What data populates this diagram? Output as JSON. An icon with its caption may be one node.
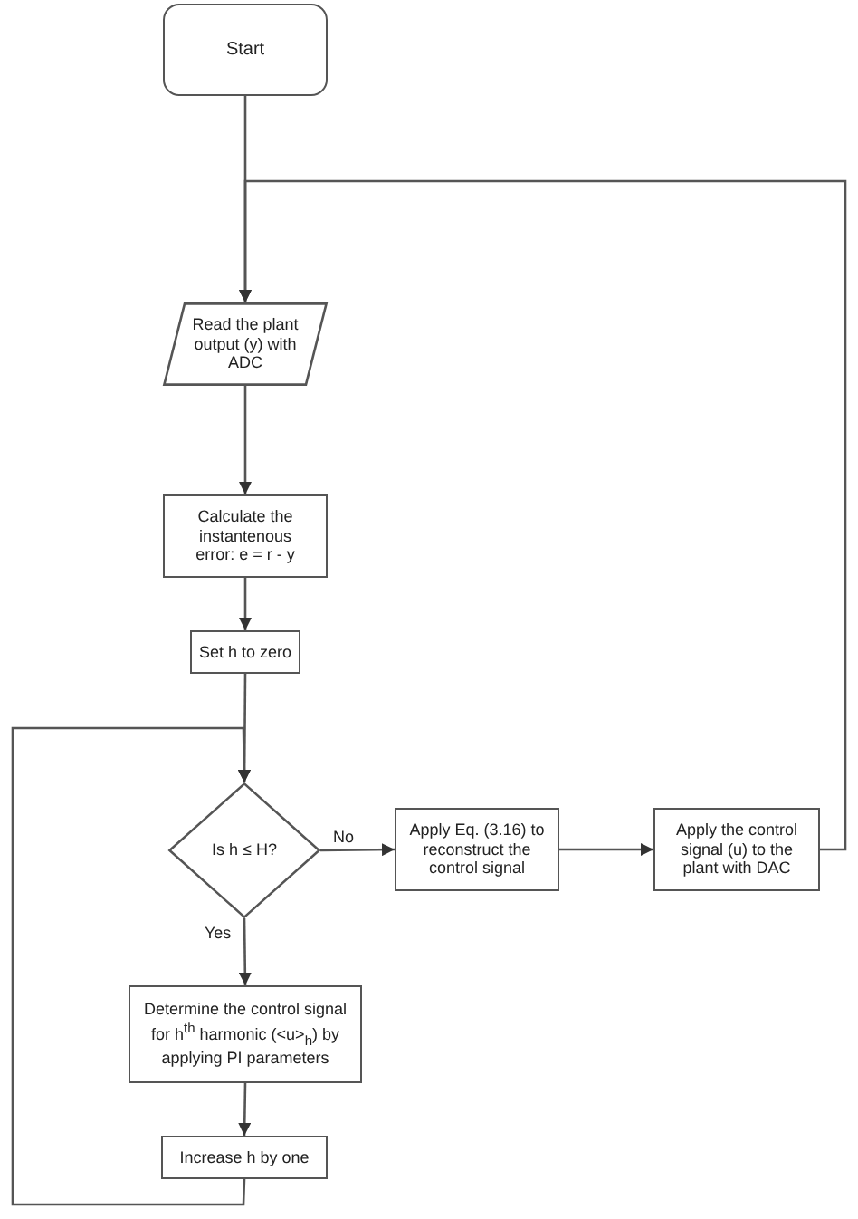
{
  "diagram": {
    "nodes": [
      {
        "text": [
          "Start"
        ]
      },
      {
        "text": [
          "Read the plant output (y) with ADC"
        ]
      },
      {
        "text": [
          "Calculate the instantenous error: e = r - y"
        ]
      },
      {
        "text": [
          "Set h to zero"
        ]
      },
      {
        "text": [
          "Is h ≤ H?"
        ]
      },
      {
        "text": [
          "Apply Eq. (3.16) to reconstruct the control signal"
        ]
      },
      {
        "text": [
          "Apply the control signal (u) to the plant with DAC"
        ]
      },
      {
        "text": [
          "Determine the control signal for h$^{th}$ harmonic (<u>$_{h}$) by applying PI parameters"
        ]
      },
      {
        "text": [
          "Increase h by one"
        ]
      }
    ],
    "edges": [
      {
        "from": 0,
        "to": 1,
        "arrow": "to"
      },
      {
        "from": 1,
        "to": 2,
        "arrow": "to"
      },
      {
        "from": 2,
        "to": 3,
        "arrow": "to"
      },
      {
        "from": 3,
        "to": 4,
        "arrow": "to"
      },
      {
        "from": 4,
        "to": 5,
        "arrow": "to",
        "label": "No"
      },
      {
        "from": 5,
        "to": 6,
        "arrow": "to"
      },
      {
        "from": 6,
        "to": 1,
        "arrow": "to"
      },
      {
        "from": 4,
        "to": 7,
        "arrow": "to",
        "label": "Yes"
      },
      {
        "from": 7,
        "to": 8,
        "arrow": "to"
      },
      {
        "from": 8,
        "to": 4,
        "arrow": "to"
      }
    ]
  }
}
